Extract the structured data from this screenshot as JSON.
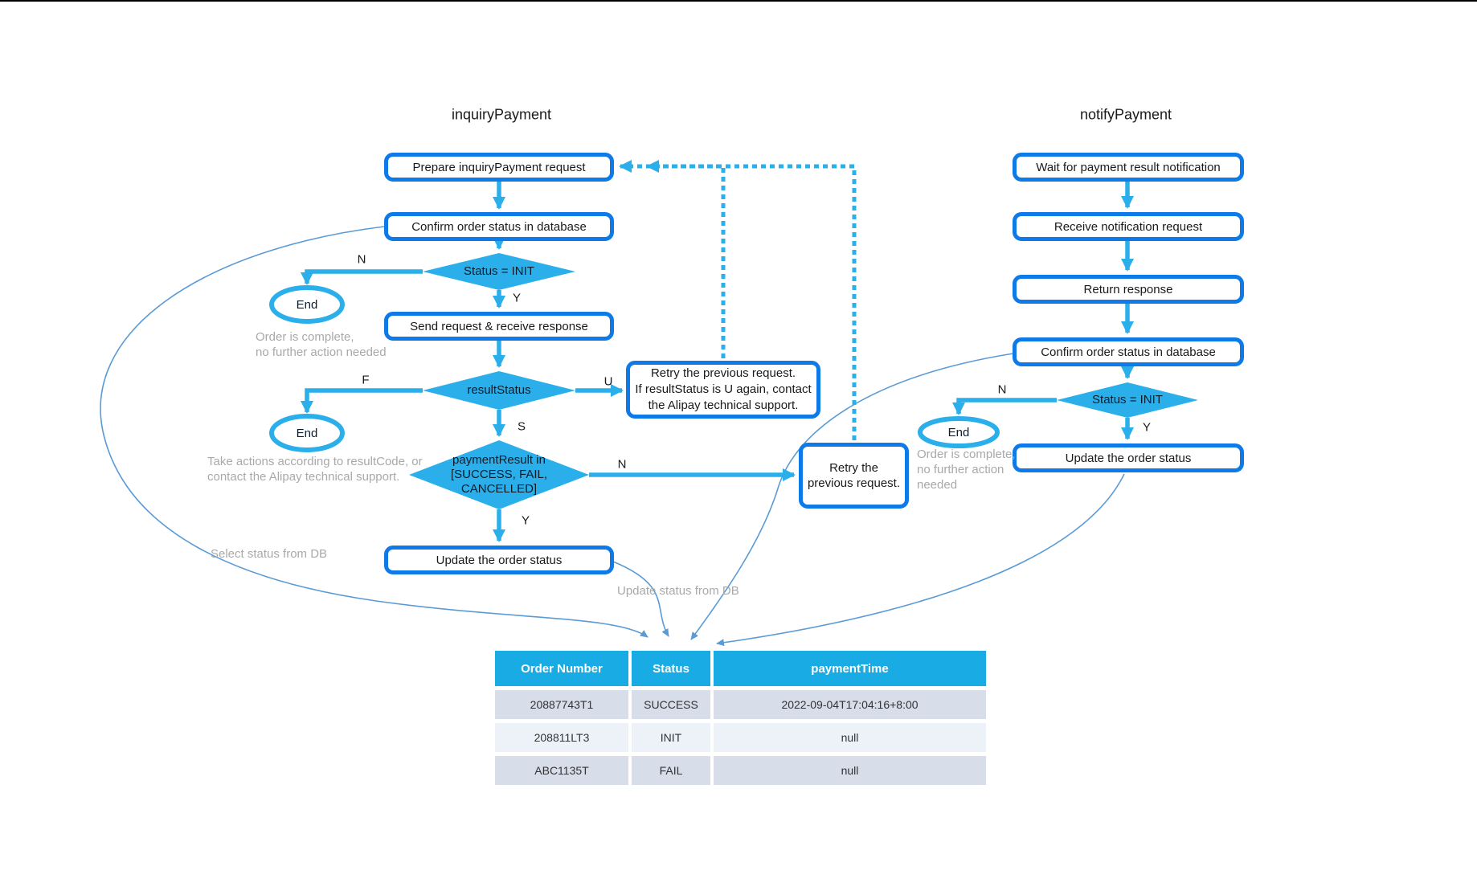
{
  "left_flow": {
    "title": "inquiryPayment",
    "nodes": {
      "prepare": "Prepare inquiryPayment request",
      "confirm": "Confirm order status in database",
      "status_init": "Status = INIT",
      "end1": "End",
      "send": "Send request & receive response",
      "result_status": "resultStatus",
      "end2": "End",
      "retry_big": "Retry the previous request.\nIf resultStatus is U again, contact\nthe Alipay technical support.",
      "payment_result": "paymentResult in\n[SUCCESS, FAIL,\nCANCELLED]",
      "retry_small": "Retry the\nprevious request.",
      "update": "Update the order status"
    },
    "edge_labels": {
      "n1": "N",
      "y1": "Y",
      "f": "F",
      "u": "U",
      "s": "S",
      "n2": "N",
      "y2": "Y"
    }
  },
  "right_flow": {
    "title": "notifyPayment",
    "nodes": {
      "wait": "Wait for payment result notification",
      "receive": "Receive notification request",
      "return_response": "Return response",
      "confirm": "Confirm order status in database",
      "status_init": "Status = INIT",
      "end": "End",
      "update": "Update the order status"
    },
    "edge_labels": {
      "n": "N",
      "y": "Y"
    }
  },
  "annotations": {
    "left_complete": "Order is complete,\nno further action needed",
    "take_actions": "Take actions according to resultCode, or\ncontact the Alipay technical  support.",
    "select_status": "Select  status from DB",
    "update_status": "Update status from DB",
    "right_complete": "Order is complete,\nno further action\nneeded"
  },
  "table": {
    "headers": [
      "Order Number",
      "Status",
      "paymentTime"
    ],
    "rows": [
      [
        "20887743T1",
        "SUCCESS",
        "2022-09-04T17:04:16+8:00"
      ],
      [
        "208811LT3",
        "INIT",
        "null"
      ],
      [
        "ABC1135T",
        "FAIL",
        "null"
      ]
    ]
  },
  "colors": {
    "node_border_blue": "#0d7ae8",
    "flow_cyan": "#2aafea",
    "thin_connector_blue": "#5b9bd5",
    "table_header_cyan": "#18abe4",
    "table_row_dark": "#d7dde9",
    "table_row_light": "#edf1f8",
    "annotation_gray": "#a9a9a9"
  }
}
